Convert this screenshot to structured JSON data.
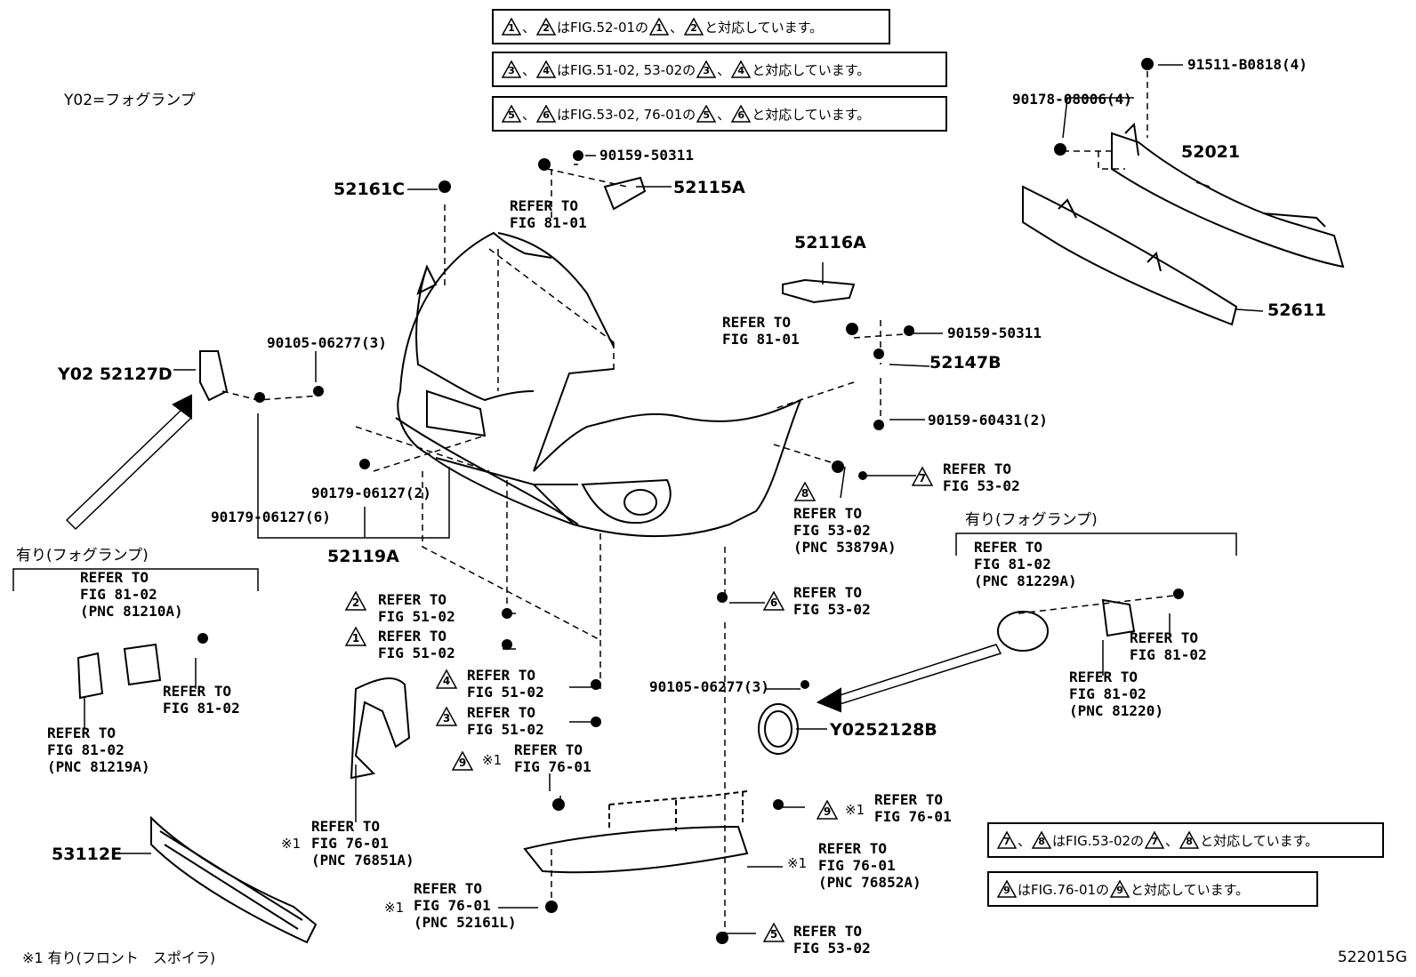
{
  "notes_top": [
    {
      "tri": [
        "1",
        "2"
      ],
      "text": "はFIG.52-01の",
      "tri2": [
        "1",
        "2"
      ],
      "tail": "と対応しています。"
    },
    {
      "tri": [
        "3",
        "4"
      ],
      "text": "はFIG.51-02, 53-02の",
      "tri2": [
        "3",
        "4"
      ],
      "tail": "と対応しています。"
    },
    {
      "tri": [
        "5",
        "6"
      ],
      "text": "はFIG.53-02, 76-01の",
      "tri2": [
        "5",
        "6"
      ],
      "tail": "と対応しています。"
    }
  ],
  "notes_bottom": [
    {
      "tri": [
        "7",
        "8"
      ],
      "text": "はFIG.53-02の",
      "tri2": [
        "7",
        "8"
      ],
      "tail": "と対応しています。"
    },
    {
      "tri": [
        "9"
      ],
      "text": "はFIG.76-01の",
      "tri2": [
        "9"
      ],
      "tail": "と対応しています。"
    }
  ],
  "sep": "、",
  "y02_legend": "Y02=フォグランプ",
  "footnote": "※1 有り(フロント　スポイラ)",
  "figure_code": "522015G",
  "group_left": "有り(フォグランプ)",
  "group_right": "有り(フォグランプ)",
  "parts": {
    "p52161C": "52161C",
    "p52115A": "52115A",
    "p52116A": "52116A",
    "p52021": "52021",
    "p52611": "52611",
    "p52147B": "52147B",
    "p52127D": "Y02 52127D",
    "p52119A": "52119A",
    "p53112E": "53112E",
    "p52128B": "Y0252128B",
    "b91511": "91511-B0818(4)",
    "b90178": "90178-08006(4)",
    "b90159a": "90159-50311",
    "b90159b": "90159-50311",
    "b90159c": "90159-60431(2)",
    "b90105a": "90105-06277(3)",
    "b90105b": "90105-06277(3)",
    "b90179a": "90179-06127(2)",
    "b90179b": "90179-06127(6)"
  },
  "refs": {
    "r81_01a": "REFER TO\nFIG 81-01",
    "r81_01b": "REFER TO\nFIG 81-01",
    "r53_02a": "REFER TO\nFIG 53-02",
    "r53_02b": "REFER TO\nFIG 53-02\n(PNC 53879A)",
    "r53_02c": "REFER TO\nFIG 53-02",
    "r53_02d": "REFER TO\nFIG 53-02",
    "r51_02a": "REFER TO\nFIG 51-02",
    "r51_02b": "REFER TO\nFIG 51-02",
    "r51_02c": "REFER TO\nFIG 51-02",
    "r51_02d": "REFER TO\nFIG 51-02",
    "r76_01a": "REFER TO\nFIG 76-01",
    "r76_01b": "REFER TO\nFIG 76-01",
    "r76_01c": "REFER TO\nFIG 76-01\n(PNC 76851A)",
    "r76_01d": "REFER TO\nFIG 76-01\n(PNC 76852A)",
    "r76_01e": "REFER TO\nFIG 76-01\n(PNC 52161L)",
    "r81_02a": "REFER TO\nFIG 81-02\n(PNC 81210A)",
    "r81_02b": "REFER TO\nFIG 81-02",
    "r81_02c": "REFER TO\nFIG 81-02\n(PNC 81219A)",
    "r81_02d": "REFER TO\nFIG 81-02\n(PNC 81229A)",
    "r81_02e": "REFER TO\nFIG 81-02",
    "r81_02f": "REFER TO\nFIG 81-02\n(PNC 81220)"
  },
  "marks": {
    "m1": "1",
    "m2": "2",
    "m3": "3",
    "m4": "4",
    "m5": "5",
    "m6": "6",
    "m7": "7",
    "m8": "8",
    "m9a": "9",
    "m9b": "9"
  },
  "asterisk": "※1"
}
